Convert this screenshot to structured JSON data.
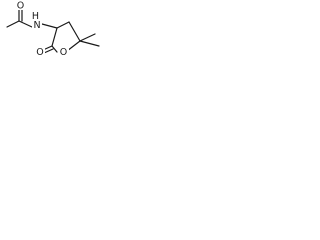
{
  "structure": {
    "labels": {
      "amide_nitrogen": "H\nN",
      "amide_oxygen": "O",
      "lactone_carbonyl_oxygen": "O",
      "ring_oxygen": "O"
    }
  }
}
